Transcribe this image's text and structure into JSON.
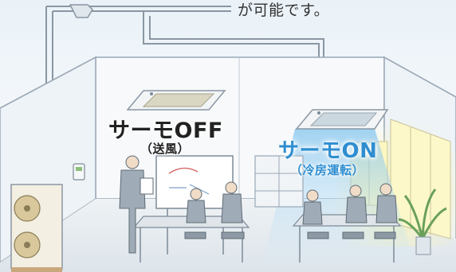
{
  "caption": "が可能です。",
  "labels": {
    "off_title": "サーモOFF",
    "off_sub": "（送風）",
    "on_title": "サーモON",
    "on_sub": "（冷房運転）"
  },
  "colors": {
    "on_accent": "#2f8ed0",
    "off_text": "#222222",
    "cool_airflow": "#9fd0f0",
    "warm_glow": "#f5ee9a"
  }
}
